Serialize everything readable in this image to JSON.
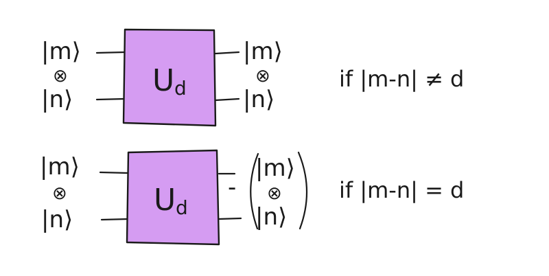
{
  "colors": {
    "gate_fill": "#D59CF2",
    "ink": "#1a1a1a",
    "background": "#ffffff"
  },
  "top": {
    "input": {
      "ket_m": "|m⟩",
      "tensor": "⊗",
      "ket_n": "|n⟩"
    },
    "gate": {
      "label": "U",
      "subscript": "d"
    },
    "output": {
      "ket_m": "|m⟩",
      "tensor": "⊗",
      "ket_n": "|n⟩"
    },
    "condition": "if |m-n| ≠ d"
  },
  "bottom": {
    "input": {
      "ket_m": "|m⟩",
      "tensor": "⊗",
      "ket_n": "|n⟩"
    },
    "gate": {
      "label": "U",
      "subscript": "d"
    },
    "output": {
      "sign": "-",
      "ket_m": "|m⟩",
      "tensor": "⊗",
      "ket_n": "|n⟩"
    },
    "condition": "if |m-n| = d"
  }
}
